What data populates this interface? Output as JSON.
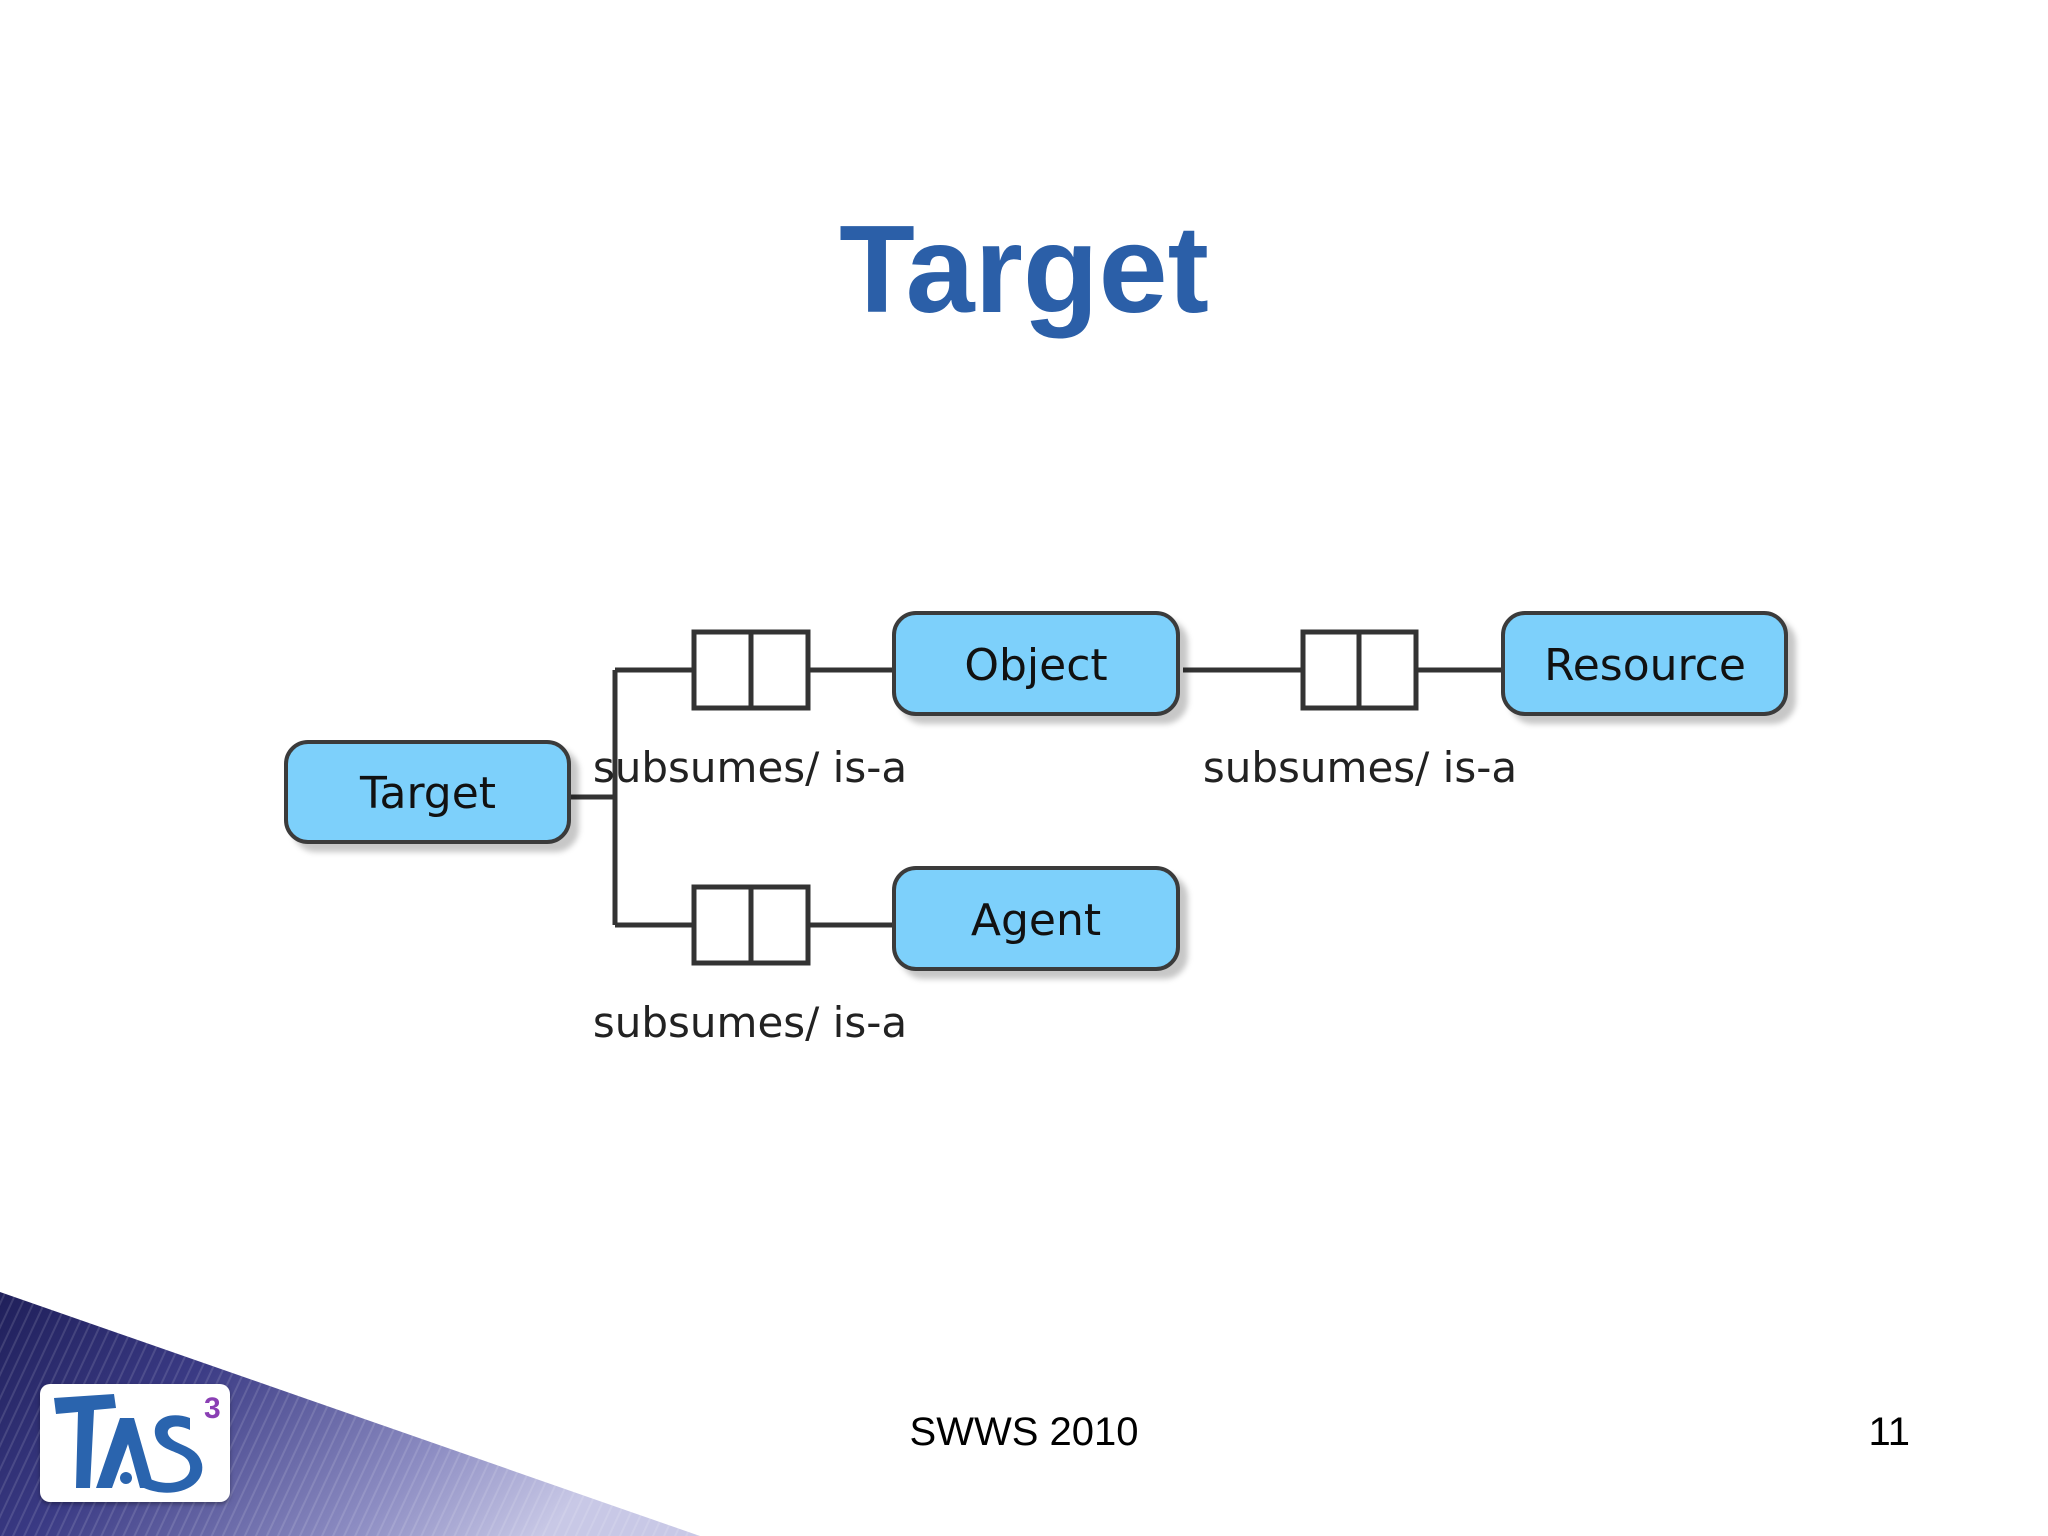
{
  "slide": {
    "title": "Target",
    "footer_text": "SWWS 2010",
    "page_number": "11"
  },
  "diagram": {
    "nodes": [
      {
        "id": "target",
        "label": "Target"
      },
      {
        "id": "object",
        "label": "Object"
      },
      {
        "id": "agent",
        "label": "Agent"
      },
      {
        "id": "resource",
        "label": "Resource"
      }
    ],
    "edges": [
      {
        "from": "target",
        "to": "object",
        "label": "subsumes/ is-a"
      },
      {
        "from": "target",
        "to": "agent",
        "label": "subsumes/ is-a"
      },
      {
        "from": "object",
        "to": "resource",
        "label": "subsumes/ is-a"
      }
    ]
  },
  "logo": {
    "text": "TAS",
    "superscript": "3"
  },
  "colors": {
    "title": "#2b5fa8",
    "node_fill": "#7dd0fb",
    "node_stroke": "#3a3a3a",
    "connector": "#333333",
    "logo_blue": "#2a64ae",
    "logo_purple": "#8a3fb4",
    "corner_dark": "#1f1f5a",
    "corner_light": "#8c8cc2"
  }
}
